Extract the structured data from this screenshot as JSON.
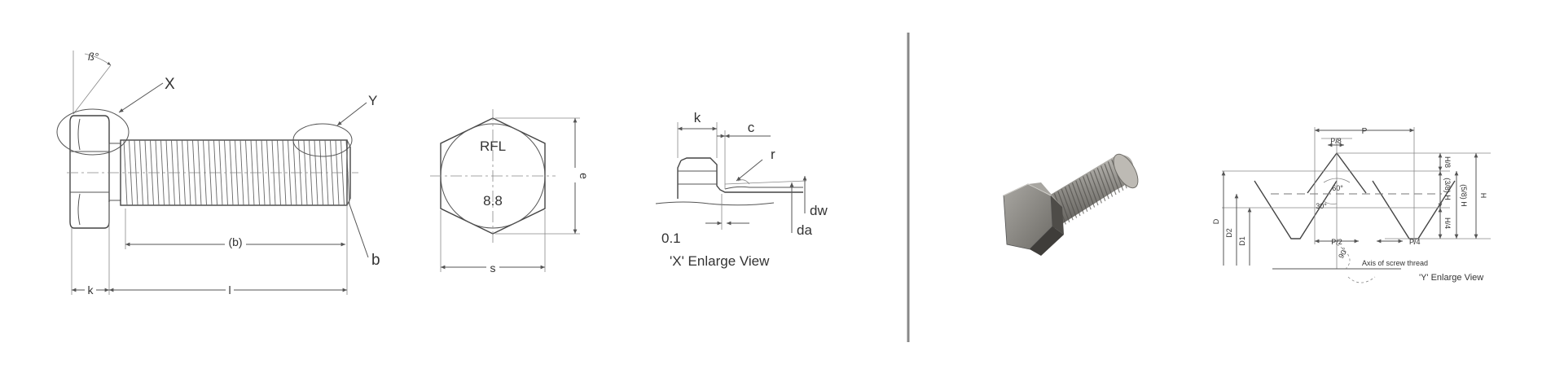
{
  "bolt_side": {
    "label_beta": "ß°",
    "label_x": "X",
    "label_y": "Y",
    "label_b_thread": "(b)",
    "label_b": "b",
    "label_k": "k",
    "label_l": "l"
  },
  "hex_head": {
    "marking_top": "RFL",
    "marking_bottom": "8.8",
    "label_e": "e",
    "label_s": "s"
  },
  "x_view": {
    "label_k": "k",
    "label_c": "c",
    "label_r": "r",
    "label_dw": "dw",
    "label_da": "da",
    "label_tol": "0.1",
    "caption": "'X' Enlarge View"
  },
  "thread_profile": {
    "label_p": "P",
    "label_p8": "P/8",
    "label_60": "60°",
    "label_30": "30°",
    "label_p2": "P/2",
    "label_p4": "P/4",
    "label_h8": "H/8",
    "label_38h": "(3/8) H",
    "label_58h": "(5/8) H",
    "label_h4": "H/4",
    "label_h": "H",
    "label_d": "D",
    "label_d2": "D2",
    "label_d1": "D1",
    "label_90": "90°",
    "label_axis": "Axis of screw thread",
    "caption": "'Y' Enlarge View"
  },
  "colors": {
    "line": "#555555",
    "divider": "#888888",
    "bolt_metal": "#8c8a85"
  }
}
